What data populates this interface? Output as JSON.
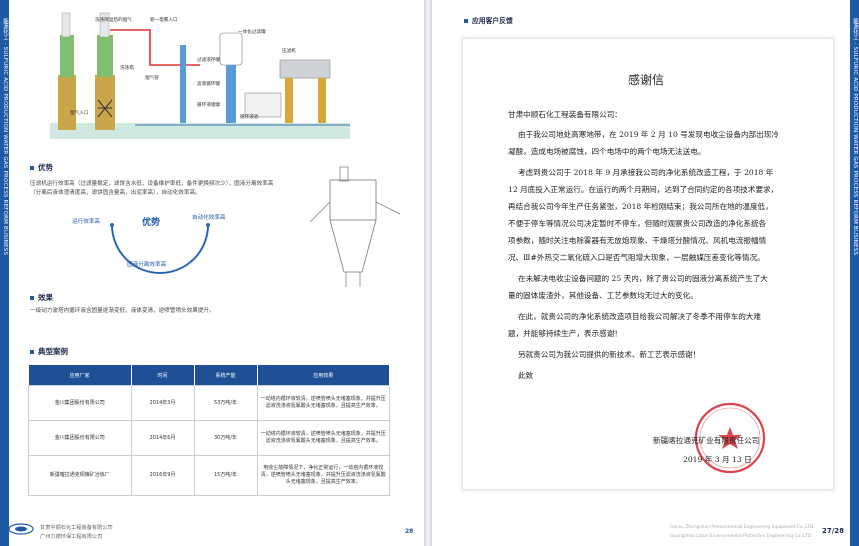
{
  "left": {
    "side_band": "能源化工 · SULFURIC ACID PRODUCTION WATER GAS PROCESS REFORM BUSINESS",
    "diagram_labels": {
      "gas_out": "洗涤降温后的烟气",
      "pre_elec": "新一电雾入口",
      "liquid_tank": "一体化过滤罐",
      "scrub_tower": "洗涤塔",
      "tube": "烟气管",
      "filter_tank1": "过滤液存罐",
      "filter_tank2": "滤液循环罐",
      "press": "压滤机",
      "circ_tank": "循环液储罐",
      "circ_pool": "循环液池",
      "gas_in": "烟气入口"
    },
    "advantage": {
      "title": "优势",
      "text": "压滤机运行效率高（过滤量稳定，滤饼含水低，设备维护率低，备件更换频次少），固液分离效率高（分离后液体澄清度高，滤饼固含量高，出泥率高），自动化效率高。",
      "diagram_center": "优势",
      "items": [
        "运行效率高",
        "自动化效率高",
        "固液分离效率高"
      ]
    },
    "effect": {
      "title": "效果",
      "text": "一级动力波塔内循环液含固量逐渐变低，液体变清，逆喷管喷头效果提升。"
    },
    "cases": {
      "title": "典型案例",
      "headers": [
        "应用厂家",
        "时间",
        "系统产能",
        "应用效果"
      ],
      "rows": [
        [
          "金川集团股份有限公司",
          "2014年3月",
          "53万吨/年",
          "一动塔内循环液较清，逆喷管喷头无堵塞现象，并提升压滤液洗涤液氢氟酸头无堵塞现象，且提高生产效率。"
        ],
        [
          "金川集团股份有限公司",
          "2014年6月",
          "30万吨/年",
          "一动塔内循环液较清，逆喷管喷头无堵塞现象，并提升压滤液洗涤液氢氟酸头无堵塞现象，且提高生产效率。"
        ],
        [
          "新疆喀拉通克铜镍矿冶炼厂",
          "2016年9月",
          "15万吨/年",
          "电收尘故障情况下，净化正常运行，一动塔内循环液较清，逆喷管喷头无堵塞现象，并提升压滤液洗涤液氢氟酸头无堵塞现象，且提高生产效率。"
        ]
      ]
    },
    "footer": {
      "company1": "甘肃中顺石化工程装备有限公司",
      "company2": "广州力德环保工程有限公司",
      "page_left": "28"
    }
  },
  "right": {
    "section_title": "应用客户反馈",
    "side_band": "能源化工 · SULFURIC ACID PRODUCTION WATER GAS PROCESS REFORM BUSINESS",
    "letter": {
      "title": "感谢信",
      "salutation": "甘肃中顺石化工程装备有限公司：",
      "p1": [
        "由于我公司地处高寒地带，在 2019 年 2 月 10 号发现电收尘设备内部出现冷",
        "凝酸，造成电场被腐蚀，四个电场中的两个电场无法送电。"
      ],
      "p2": [
        "考虑到贵公司于 2018 年 9 月承接我公司的净化系统改造工程，于 2018 年",
        "12 月底投入正常运行。在运行的两个月期间，达到了合同约定的各项技术要求，",
        "再结合我公司今年生产任务紧张，2018 年检刚结束；我公司所在地的温度低，",
        "不便于停车等情况公司决定暂时不停车，但随时观察贵公司改造的净化系统各",
        "项参数，随时关注电除雾器有无放炮现象、干燥塔分酸情况、风机电流振幅情",
        "况、Ⅲ#外热交二氧化硫入口是否气阻增大现象，一层触媒压差变化等情况。"
      ],
      "p3": [
        "在未解决电收尘设备问题的 25 天内，除了贵公司的固液分离系统产生了大",
        "量的固体废渣外，其他设备、工艺参数均无过大的变化。"
      ],
      "p4": [
        "在此，就贵公司的净化系统改造项目给我公司解决了冬季不用停车的大难",
        "题，并能够持续生产，表示感谢！"
      ],
      "p5": "另就贵公司为我公司提供的新技术、新工艺表示感谢！",
      "closing": "此致",
      "signature": "新疆喀拉通克矿业有限责任公司",
      "date": "2019 年 3 月 13 日",
      "stamp_text": "新疆喀拉通克矿业有限责任公司"
    },
    "footer": {
      "en1": "Gansu Zhongshun Petrochemical Engineering Equipment Co.,LTD.",
      "en2": "Guangzhou Lidun Environmental Protection Engineering Co.,LTD.",
      "page": "27/28"
    }
  },
  "colors": {
    "brand_blue": "#1f5aa6",
    "table_header": "#1f4f95",
    "stamp_red": "#d4242a"
  }
}
